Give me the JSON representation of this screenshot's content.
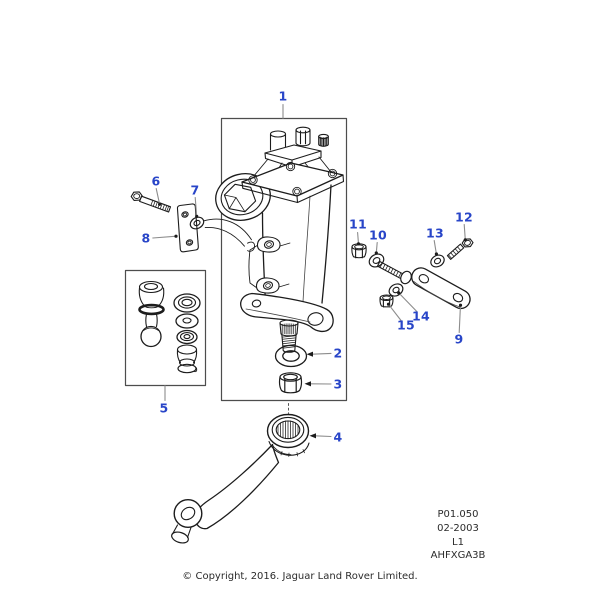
{
  "diagram": {
    "type": "exploded-parts-diagram",
    "subject": "steering-box-assembly",
    "callouts": [
      {
        "label": "1"
      },
      {
        "label": "2"
      },
      {
        "label": "3"
      },
      {
        "label": "4"
      },
      {
        "label": "5"
      },
      {
        "label": "6"
      },
      {
        "label": "7"
      },
      {
        "label": "8"
      },
      {
        "label": "9"
      },
      {
        "label": "10"
      },
      {
        "label": "11"
      },
      {
        "label": "12"
      },
      {
        "label": "13"
      },
      {
        "label": "14"
      },
      {
        "label": "15"
      }
    ]
  },
  "reference_block": {
    "lines": [
      "P01.050",
      "02-2003",
      "L1",
      "AHFXGA3B"
    ]
  },
  "footer": {
    "copyright": "© Copyright, 2016. Jaguar Land Rover Limited."
  },
  "colors": {
    "callout": "#2845c8",
    "line_art": "#1c1c1c",
    "leader": "#8c8c8c",
    "text": "#2b2b2b",
    "background": "#ffffff"
  }
}
